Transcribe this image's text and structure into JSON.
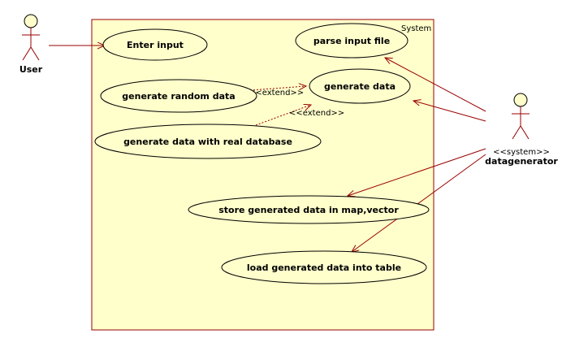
{
  "system": {
    "label": "System"
  },
  "actors": {
    "user": {
      "name": "User"
    },
    "datagenerator": {
      "stereotype": "<<system>>",
      "name": "datagenerator"
    }
  },
  "use_cases": {
    "enter_input": "Enter input",
    "parse_input_file": "parse input file",
    "generate_random_data": "generate random data",
    "generate_data": "generate data",
    "generate_data_real_db": "generate data with real database",
    "store_generated_data": "store generated data in map,vector",
    "load_generated_data": "load generated data into table"
  },
  "relations": {
    "extend_label_1": "<<extend>>",
    "extend_label_2": "<<extend>>"
  },
  "colors": {
    "fill": "#ffffcc",
    "line": "#990000",
    "border": "#000000"
  }
}
